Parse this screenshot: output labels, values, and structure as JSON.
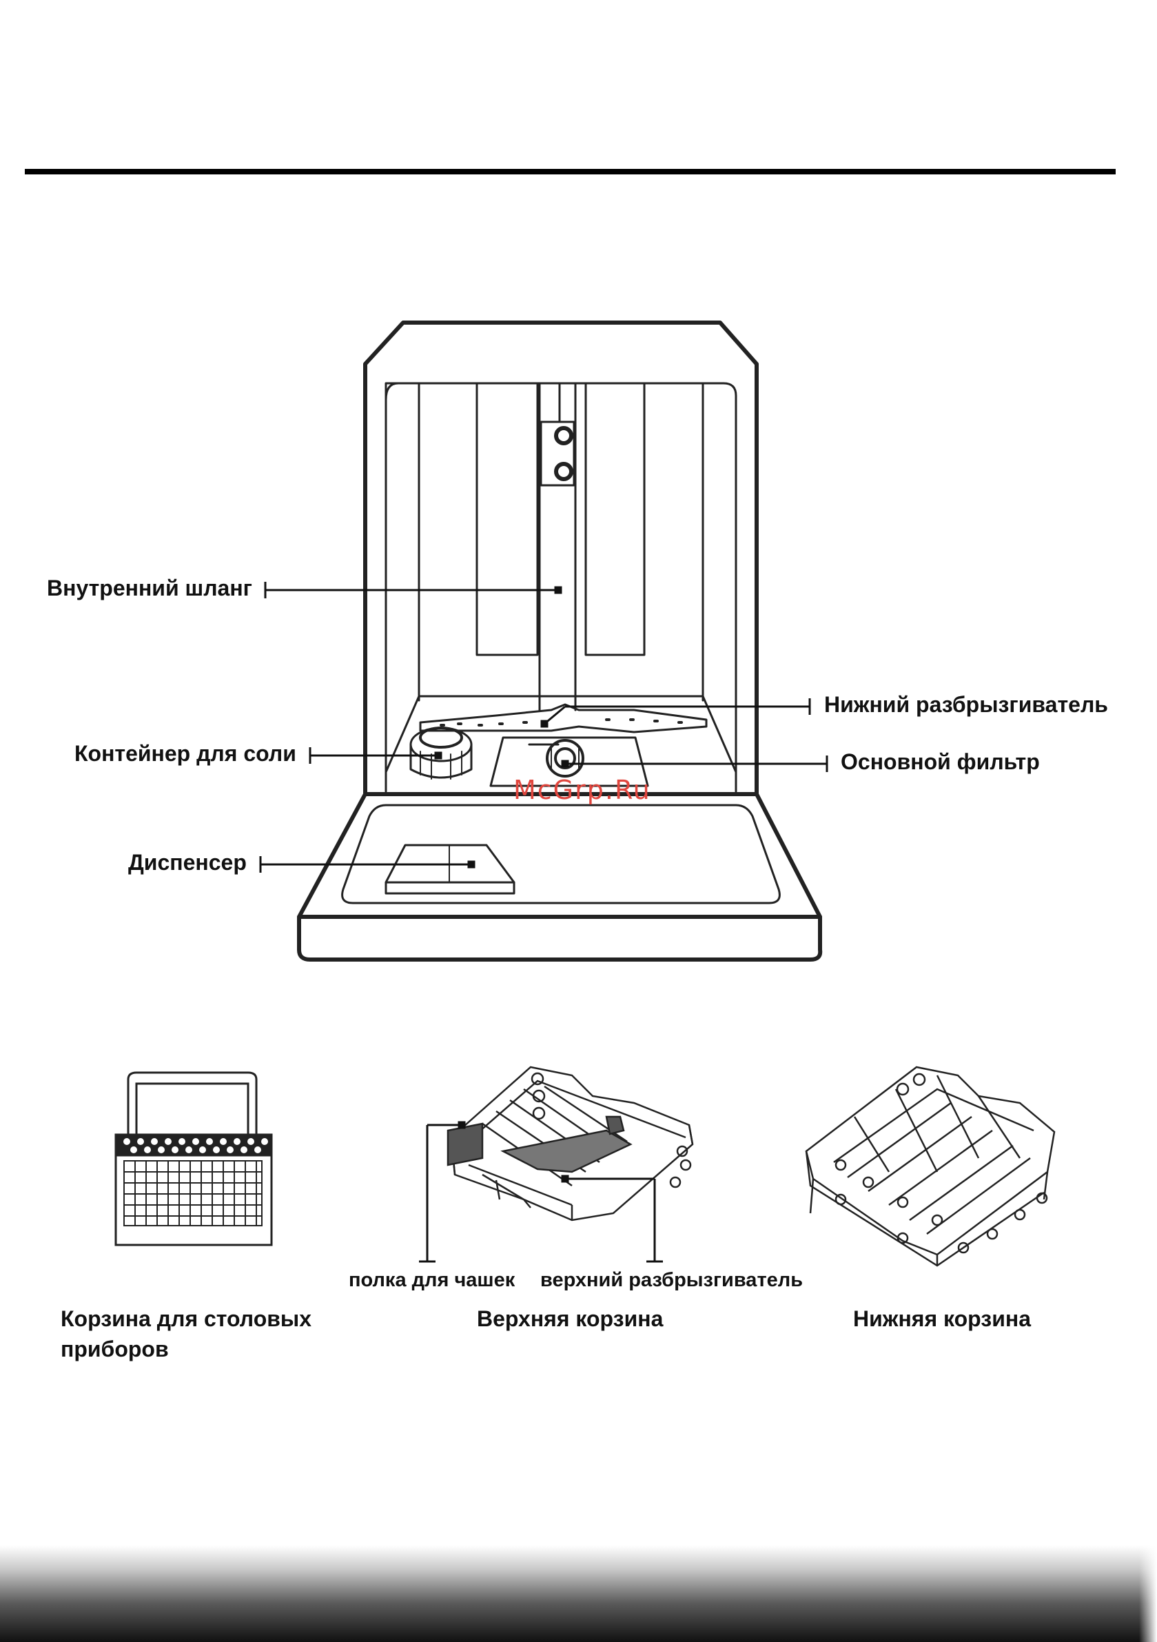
{
  "diagram": {
    "labels": {
      "inner_hose": "Внутренний шланг",
      "lower_spray_arm": "Нижний разбрызгиватель",
      "salt_container": "Контейнер для соли",
      "main_filter": "Основной фильтр",
      "dispenser": "Диспенсер"
    },
    "watermark": "McGrp.Ru"
  },
  "accessories": {
    "cup_shelf": "полка для чашек",
    "upper_spray_arm": "верхний разбрызгиватель",
    "cutlery_basket_line1": "Корзина для столовых",
    "cutlery_basket_line2": "приборов",
    "upper_basket": "Верхняя корзина",
    "lower_basket": "Нижняя корзина"
  },
  "colors": {
    "line": "#222222",
    "watermark": "#e0463e",
    "rule": "#000000"
  }
}
